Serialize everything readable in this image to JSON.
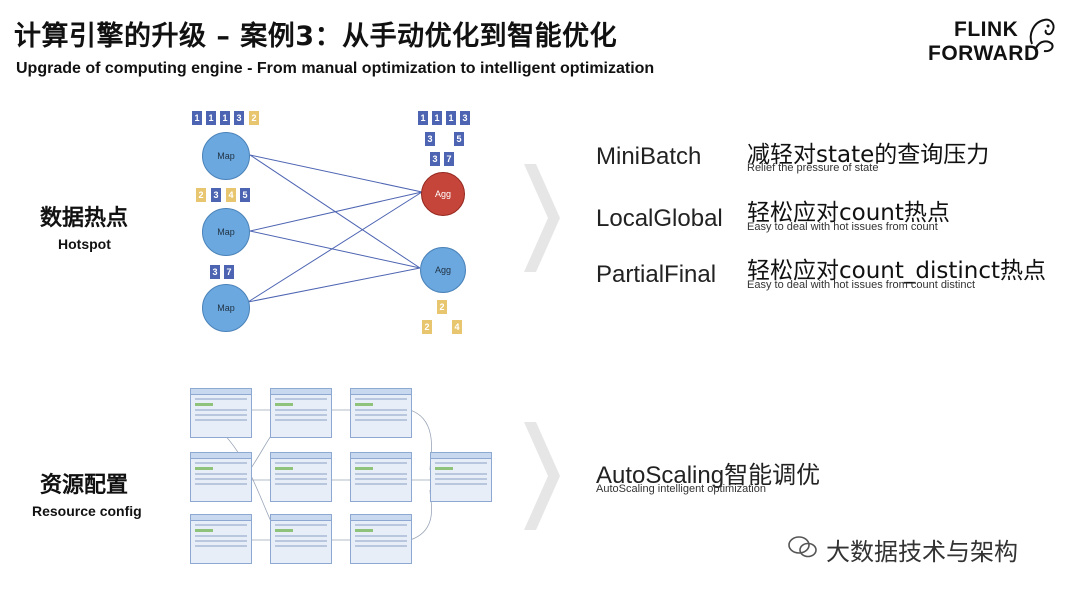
{
  "header": {
    "title_zh": "计算引擎的升级 – 案例3：从手动优化到智能优化",
    "title_en": "Upgrade of computing engine - From manual optimization to intelligent optimization"
  },
  "logo": {
    "line1": "FLINK",
    "line2": "FORWARD"
  },
  "hotspot": {
    "title_zh": "数据热点",
    "title_en": "Hotspot",
    "map_label": "Map",
    "agg_label": "Agg",
    "map1_keys": [
      "1",
      "1",
      "1",
      "3",
      "2"
    ],
    "map2_keys": [
      "2",
      "3",
      "4",
      "5"
    ],
    "map3_keys": [
      "3",
      "7"
    ],
    "agg1_keys_row1": [
      "1",
      "1",
      "1",
      "3"
    ],
    "agg1_keys_row2": [
      "3",
      "5"
    ],
    "agg1_keys_row3": [
      "3",
      "7"
    ],
    "agg2_keys_row1": [
      "2"
    ],
    "agg2_keys_row2": [
      "2",
      "4"
    ]
  },
  "optimizations": [
    {
      "name": "MiniBatch",
      "zh": "减轻对state的查询压力",
      "en": "Relief the pressure of state"
    },
    {
      "name": "LocalGlobal",
      "zh": "轻松应对count热点",
      "en": "Easy to deal with hot issues from count"
    },
    {
      "name": "PartialFinal",
      "zh": "轻松应对count_distinct热点",
      "en": "Easy to deal with hot issues from count distinct"
    }
  ],
  "resource": {
    "title_zh": "资源配置",
    "title_en": "Resource config",
    "name": "AutoScaling智能调优",
    "en": "AutoScaling intelligent optimization"
  },
  "watermark": "大数据技术与架构",
  "colors": {
    "blue_key": "#4d64b2",
    "gold_key": "#e8c66f",
    "map_node": "#6aa8df",
    "hot_agg": "#c6453a",
    "chevron": "#e6e6e6"
  }
}
